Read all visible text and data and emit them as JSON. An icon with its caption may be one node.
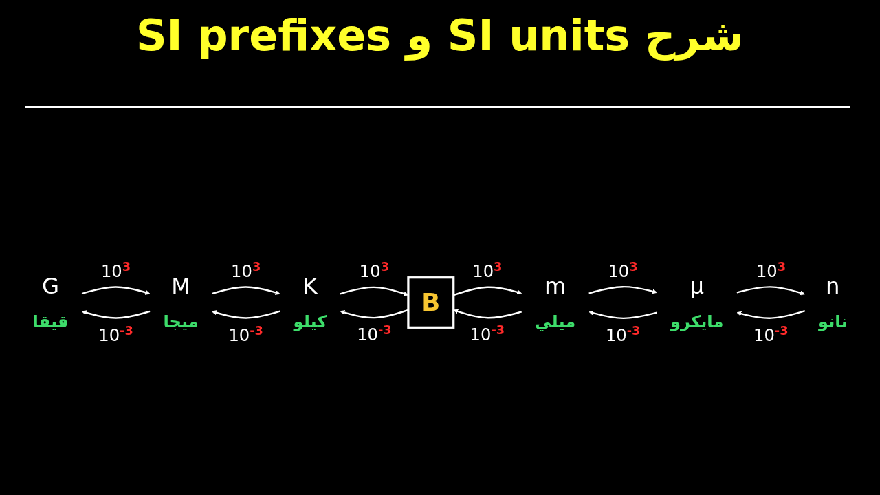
{
  "diagram": {
    "title": "شرح SI units و SI prefixes",
    "nodes": [
      {
        "text": [
          "G"
        ],
        "beside": [
          "قيقا"
        ]
      },
      {
        "text": [
          "M"
        ],
        "beside": [
          "ميجا"
        ]
      },
      {
        "text": [
          "K"
        ],
        "beside": [
          "كيلو"
        ]
      },
      {
        "text": [
          "B"
        ]
      },
      {
        "text": [
          "m"
        ],
        "beside": [
          "ميلي"
        ]
      },
      {
        "text": [
          "μ"
        ],
        "beside": [
          "مايكرو"
        ]
      },
      {
        "text": [
          "n"
        ],
        "beside": [
          "نانو"
        ]
      }
    ],
    "edges": [
      {
        "from": 0,
        "to": 1,
        "arrow": "to",
        "label": "10$^{3}$"
      },
      {
        "from": 1,
        "to": 2,
        "arrow": "to",
        "label": "10$^{3}$"
      },
      {
        "from": 2,
        "to": 3,
        "arrow": "to",
        "label": "10$^{3}$"
      },
      {
        "from": 3,
        "to": 4,
        "arrow": "to",
        "label": "10$^{3}$"
      },
      {
        "from": 4,
        "to": 5,
        "arrow": "to",
        "label": "10$^{3}$"
      },
      {
        "from": 5,
        "to": 6,
        "arrow": "to",
        "label": "10$^{3}$"
      },
      {
        "from": 1,
        "to": 0,
        "arrow": "to",
        "label": "10$^{-3}$"
      },
      {
        "from": 2,
        "to": 1,
        "arrow": "to",
        "label": "10$^{-3}$"
      },
      {
        "from": 3,
        "to": 2,
        "arrow": "to",
        "label": "10$^{-3}$"
      },
      {
        "from": 4,
        "to": 3,
        "arrow": "to",
        "label": "10$^{-3}$"
      },
      {
        "from": 5,
        "to": 4,
        "arrow": "to",
        "label": "10$^{-3}$"
      },
      {
        "from": 6,
        "to": 5,
        "arrow": "to",
        "label": "10$^{-3}$"
      }
    ]
  }
}
